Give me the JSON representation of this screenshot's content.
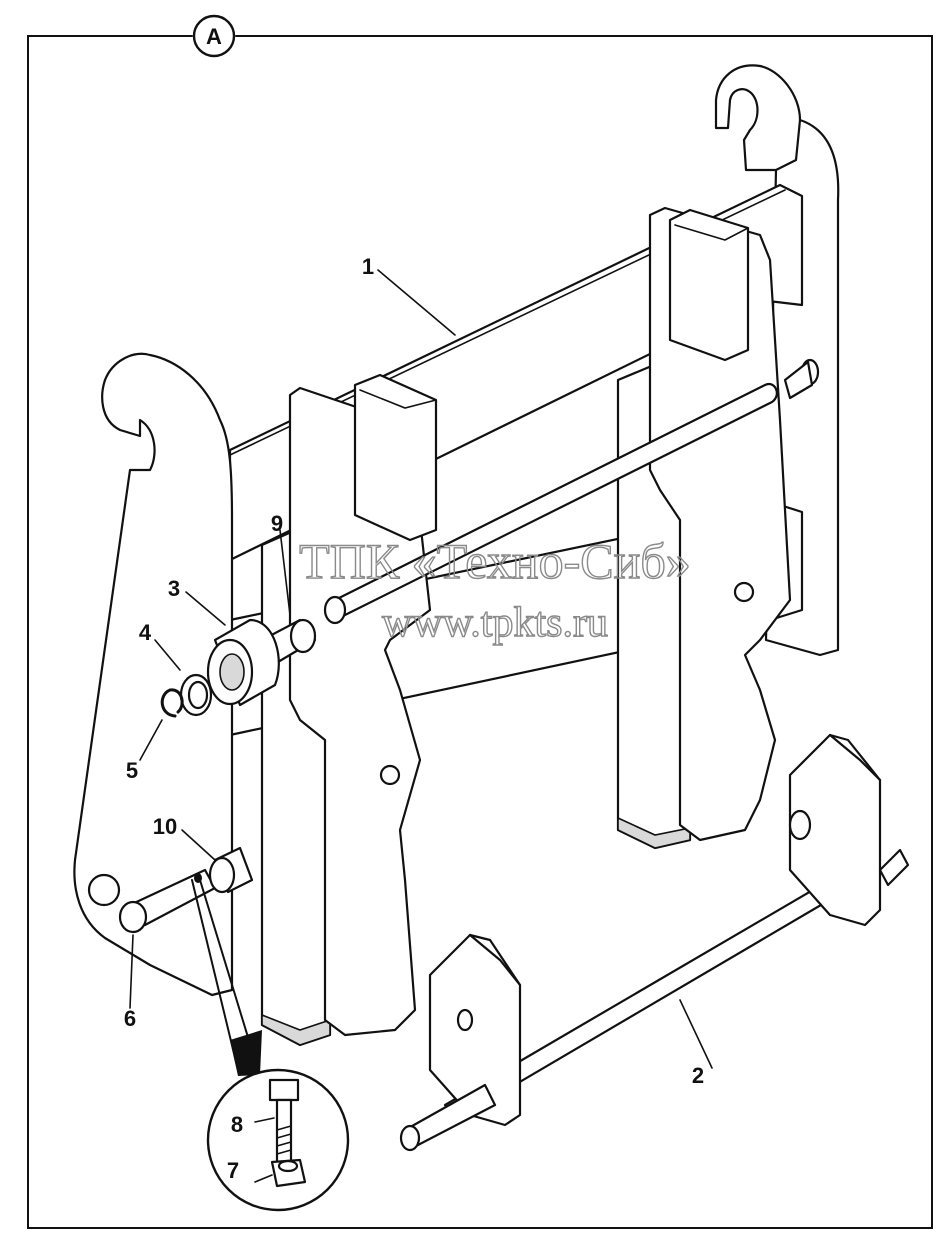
{
  "view_marker": "A",
  "callouts": [
    "1",
    "2",
    "3",
    "4",
    "5",
    "6",
    "7",
    "8",
    "9",
    "10"
  ],
  "watermark": {
    "line1": "ТПК «Техно-Сиб»",
    "line2": "www.tpkts.ru"
  }
}
